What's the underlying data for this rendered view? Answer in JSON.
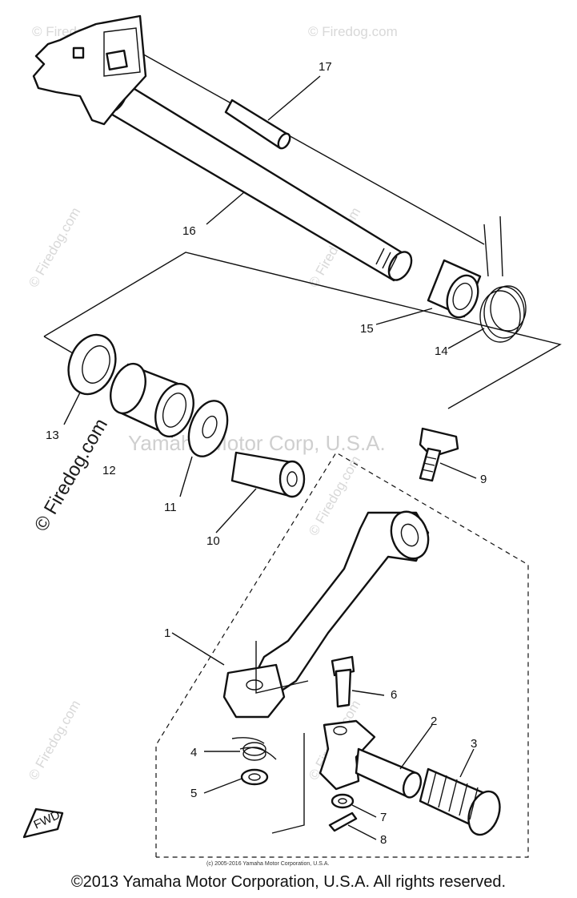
{
  "watermarks": {
    "site": "© Firedog.com",
    "center": "Yamaha Motor Corp, U.S.A.",
    "small_copyright": "(c) 2005-2016 Yamaha Motor Corporation, U.S.A."
  },
  "fwd_label": "FWD",
  "copyright": "©2013 Yamaha Motor Corporation, U.S.A. All rights reserved.",
  "callouts": [
    "1",
    "2",
    "3",
    "4",
    "5",
    "6",
    "7",
    "8",
    "9",
    "10",
    "11",
    "12",
    "13",
    "14",
    "15",
    "16",
    "17"
  ]
}
